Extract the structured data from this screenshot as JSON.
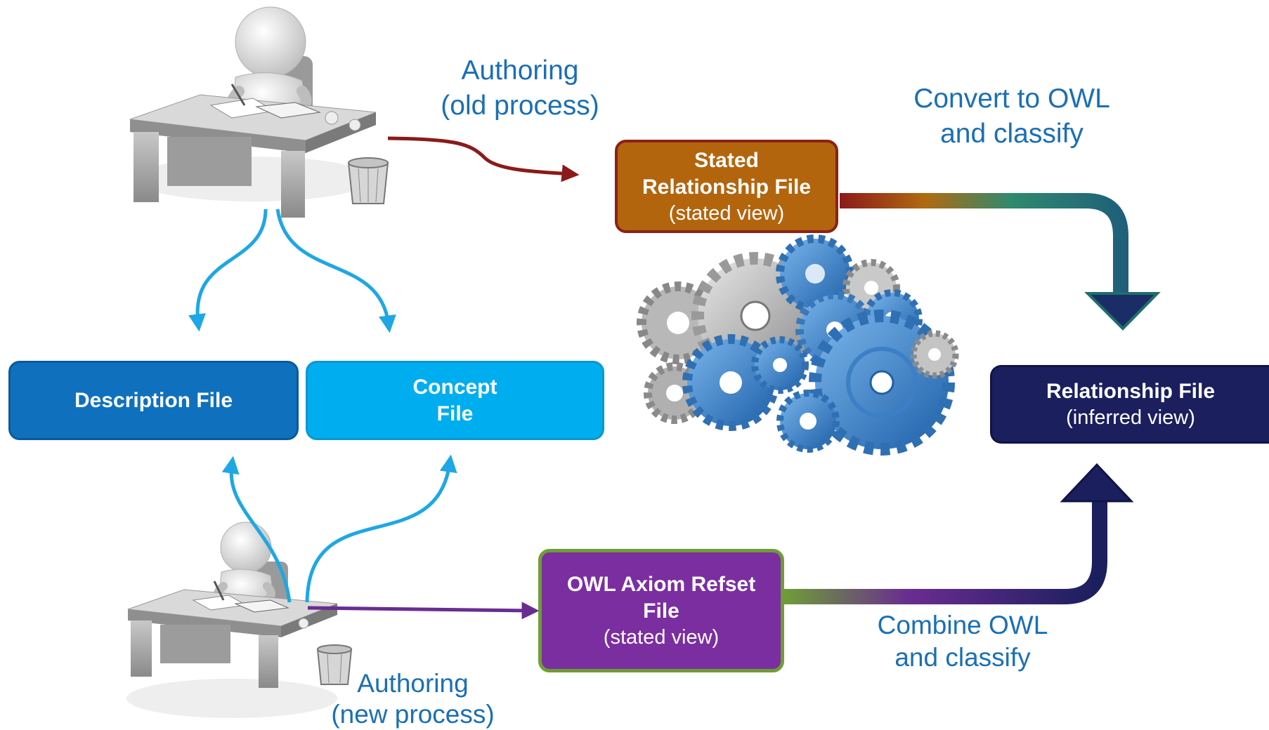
{
  "boxes": {
    "description": {
      "title": "Description File"
    },
    "concept": {
      "line1": "Concept",
      "line2": "File"
    },
    "stated": {
      "line1": "Stated",
      "line2": "Relationship File",
      "sub": "(stated view)"
    },
    "owl": {
      "line1": "OWL Axiom Refset",
      "line2": "File",
      "sub": "(stated view)"
    },
    "relationship": {
      "title": "Relationship File",
      "sub": "(inferred view)"
    }
  },
  "labels": {
    "authoring_old": {
      "line1": "Authoring",
      "line2": "(old process)"
    },
    "convert": {
      "line1": "Convert to OWL",
      "line2": "and classify"
    },
    "combine": {
      "line1": "Combine OWL",
      "line2": "and classify"
    },
    "authoring_new": {
      "line1": "Authoring",
      "line2": "(new process)"
    }
  },
  "colors": {
    "description_file": "#0f71bd",
    "concept_file": "#00aeef",
    "stated_file": "#b3650d",
    "owl_file": "#7b2ea0",
    "relationship_file": "#1b1f5e",
    "label_text": "#1a6fb5",
    "old_process_arrow": "#8b1a1a",
    "new_process_arrow": "#6a2c91",
    "authoring_arrows": "#1ea7e4"
  },
  "icons": [
    "person-at-desk-icon",
    "wastebasket-icon",
    "gears-icon"
  ]
}
